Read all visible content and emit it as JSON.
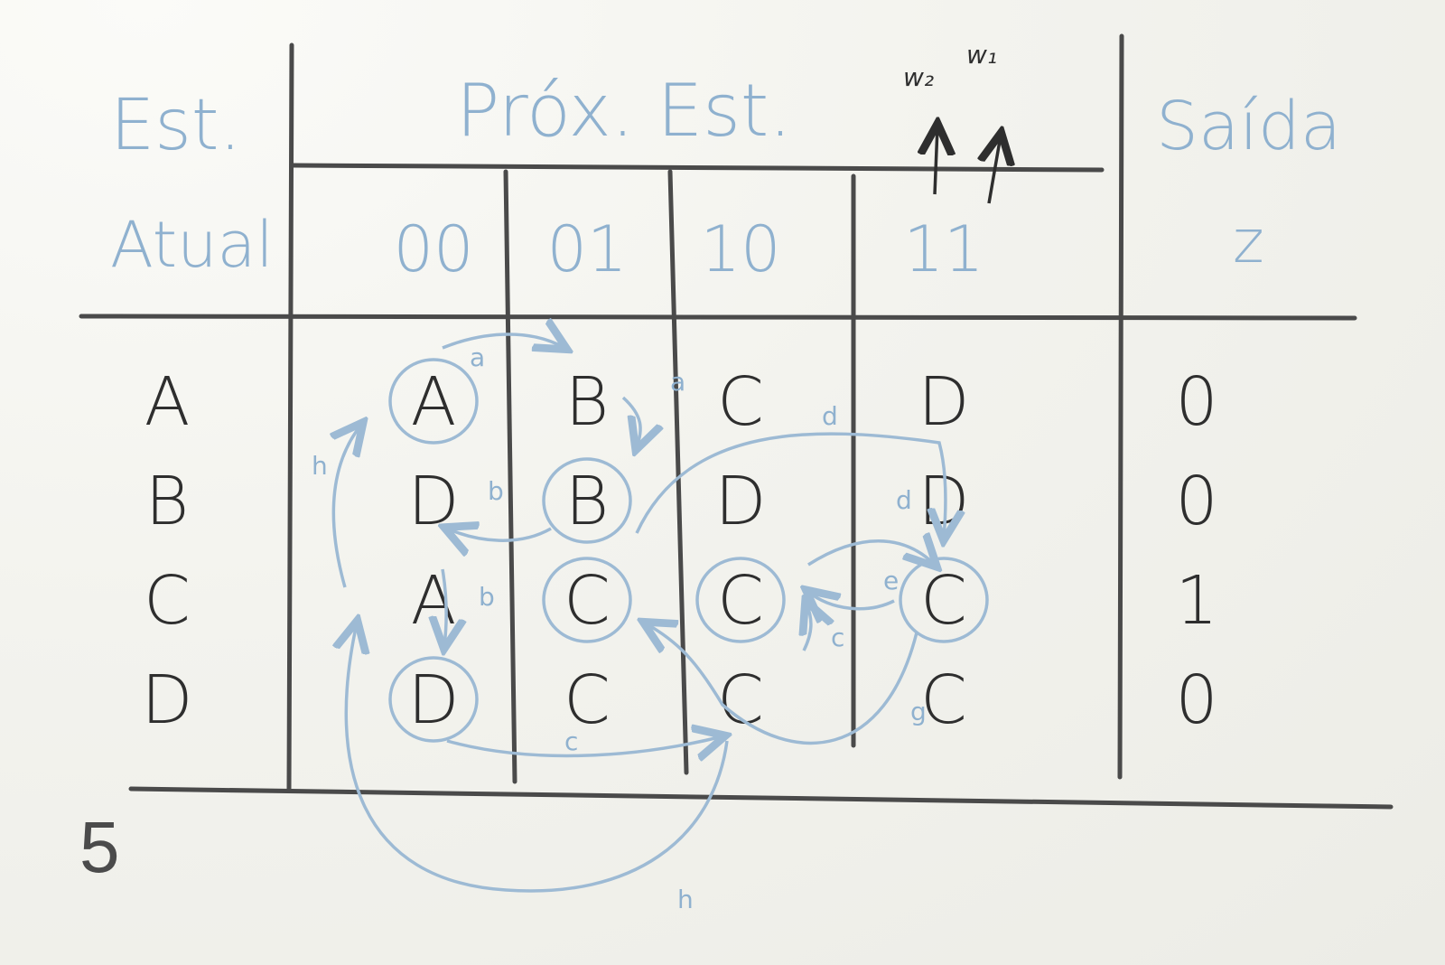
{
  "headers": {
    "current_state_line1": "Est.",
    "current_state_line2": "Atual",
    "next_state": "Próx. Est.",
    "output_line1": "Saída",
    "output_line2": "z",
    "inputs_label_w2": "w₂",
    "inputs_label_w1": "w₁"
  },
  "columns": [
    "00",
    "01",
    "10",
    "11"
  ],
  "rows": [
    {
      "state": "A",
      "next": [
        "A",
        "B",
        "C",
        "D"
      ],
      "output": "0"
    },
    {
      "state": "B",
      "next": [
        "D",
        "B",
        "D",
        "D"
      ],
      "output": "0"
    },
    {
      "state": "C",
      "next": [
        "A",
        "C",
        "C",
        "C"
      ],
      "output": "1"
    },
    {
      "state": "D",
      "next": [
        "D",
        "C",
        "C",
        "C"
      ],
      "output": "0"
    }
  ],
  "circled_cells": [
    "A|00",
    "B|01",
    "C|01",
    "C|10",
    "C|11",
    "D|00"
  ],
  "annotation_letters": [
    "a",
    "a",
    "b",
    "b",
    "c",
    "c",
    "d",
    "d",
    "e",
    "g",
    "h",
    "h"
  ],
  "page_number": "5",
  "colors": {
    "marker_blue": "#8fb1cf",
    "marker_black": "#2e2e2e",
    "board": "#f1f1ec"
  }
}
